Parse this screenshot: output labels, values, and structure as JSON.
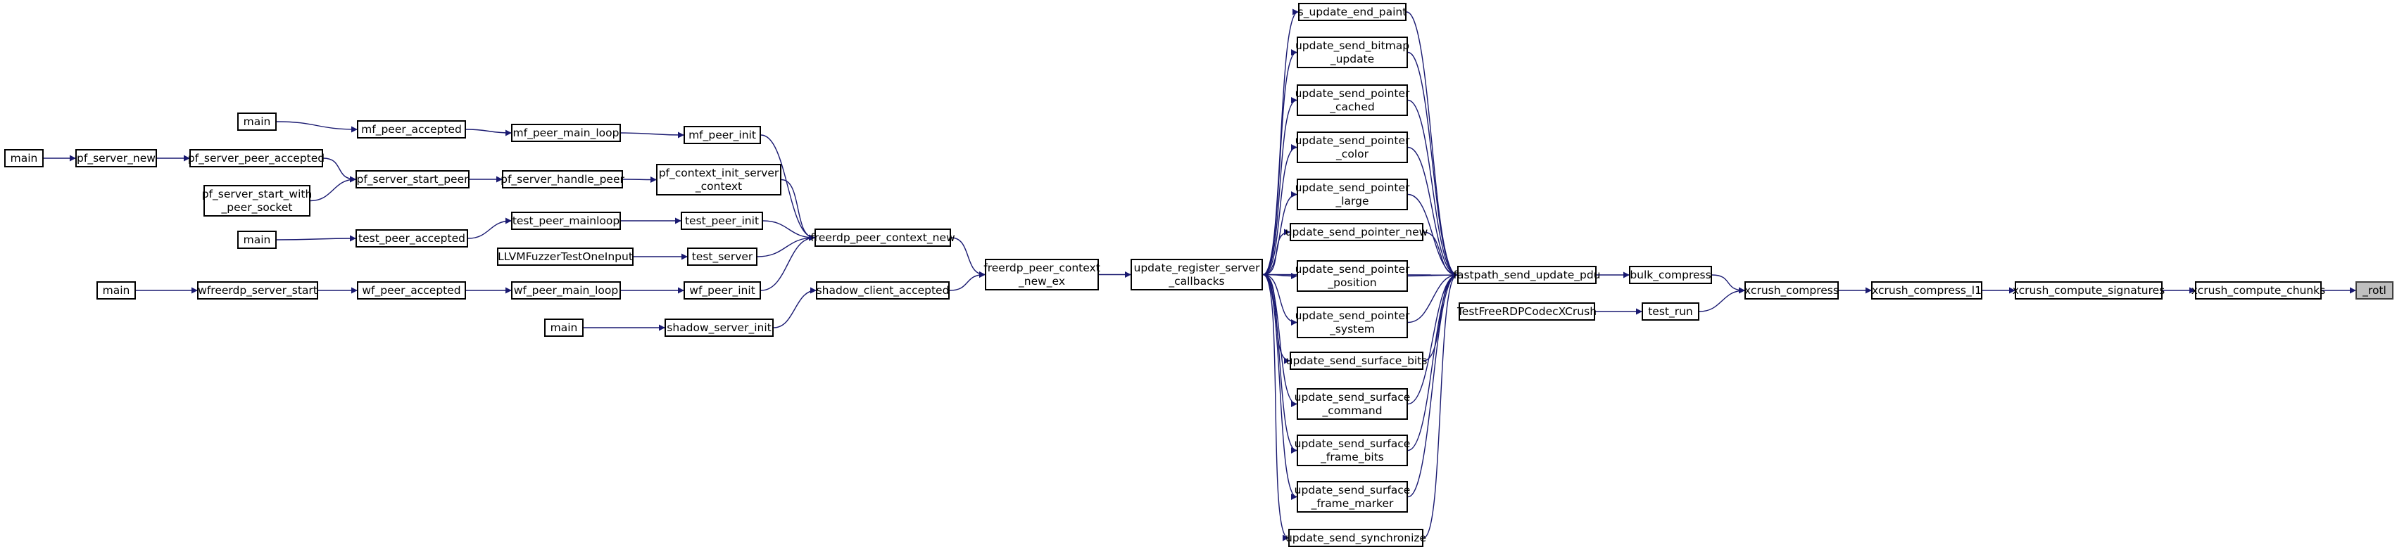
{
  "diagram": {
    "type": "call-graph",
    "edge_color": "#191970",
    "highlight_fill": "#bfbfbf",
    "nodes": {
      "main1": "main",
      "pf_server_new": "pf_server_new",
      "pf_server_peer_accepted": "pf_server_peer_accepted",
      "pf_server_start_with_peer_socket": "pf_server_start_with\n_peer_socket",
      "pf_server_start_peer": "pf_server_start_peer",
      "pf_server_handle_peer": "pf_server_handle_peer",
      "pf_context_init_server_context": "pf_context_init_server\n_context",
      "main2": "main",
      "mf_peer_accepted": "mf_peer_accepted",
      "mf_peer_main_loop": "mf_peer_main_loop",
      "mf_peer_init": "mf_peer_init",
      "main3": "main",
      "test_peer_accepted": "test_peer_accepted",
      "test_peer_mainloop": "test_peer_mainloop",
      "test_peer_init": "test_peer_init",
      "LLVMFuzzerTestOneInput": "LLVMFuzzerTestOneInput",
      "test_server": "test_server",
      "main4": "main",
      "wfreerdp_server_start": "wfreerdp_server_start",
      "wf_peer_accepted": "wf_peer_accepted",
      "wf_peer_main_loop": "wf_peer_main_loop",
      "wf_peer_init": "wf_peer_init",
      "main5": "main",
      "shadow_server_init": "shadow_server_init",
      "shadow_client_accepted": "shadow_client_accepted",
      "freerdp_peer_context_new": "freerdp_peer_context_new",
      "freerdp_peer_context_new_ex": "freerdp_peer_context\n_new_ex",
      "update_register_server_callbacks": "update_register_server\n_callbacks",
      "s_update_end_paint": "s_update_end_paint",
      "update_send_bitmap_update": "update_send_bitmap\n_update",
      "update_send_pointer_cached": "update_send_pointer\n_cached",
      "update_send_pointer_color": "update_send_pointer\n_color",
      "update_send_pointer_large": "update_send_pointer\n_large",
      "update_send_pointer_new": "update_send_pointer_new",
      "update_send_pointer_position": "update_send_pointer\n_position",
      "update_send_pointer_system": "update_send_pointer\n_system",
      "update_send_surface_bits": "update_send_surface_bits",
      "update_send_surface_command": "update_send_surface\n_command",
      "update_send_surface_frame_bits": "update_send_surface\n_frame_bits",
      "update_send_surface_frame_marker": "update_send_surface\n_frame_marker",
      "update_send_synchronize": "update_send_synchronize",
      "fastpath_send_update_pdu": "fastpath_send_update_pdu",
      "TestFreeRDPCodecXCrush": "TestFreeRDPCodecXCrush",
      "bulk_compress": "bulk_compress",
      "test_run": "test_run",
      "xcrush_compress": "xcrush_compress",
      "xcrush_compress_l1": "xcrush_compress_l1",
      "xcrush_compute_signatures": "xcrush_compute_signatures",
      "xcrush_compute_chunks": "xcrush_compute_chunks",
      "_rotl": "_rotl"
    },
    "edges": [
      [
        "main1",
        "pf_server_new"
      ],
      [
        "pf_server_new",
        "pf_server_peer_accepted"
      ],
      [
        "pf_server_peer_accepted",
        "pf_server_start_peer"
      ],
      [
        "pf_server_start_with_peer_socket",
        "pf_server_start_peer"
      ],
      [
        "pf_server_start_peer",
        "pf_server_handle_peer"
      ],
      [
        "pf_server_handle_peer",
        "pf_context_init_server_context"
      ],
      [
        "pf_context_init_server_context",
        "freerdp_peer_context_new"
      ],
      [
        "main2",
        "mf_peer_accepted"
      ],
      [
        "mf_peer_accepted",
        "mf_peer_main_loop"
      ],
      [
        "mf_peer_main_loop",
        "mf_peer_init"
      ],
      [
        "mf_peer_init",
        "freerdp_peer_context_new"
      ],
      [
        "main3",
        "test_peer_accepted"
      ],
      [
        "test_peer_accepted",
        "test_peer_mainloop"
      ],
      [
        "test_peer_mainloop",
        "test_peer_init"
      ],
      [
        "test_peer_init",
        "freerdp_peer_context_new"
      ],
      [
        "LLVMFuzzerTestOneInput",
        "test_server"
      ],
      [
        "test_server",
        "freerdp_peer_context_new"
      ],
      [
        "main4",
        "wfreerdp_server_start"
      ],
      [
        "wfreerdp_server_start",
        "wf_peer_accepted"
      ],
      [
        "wf_peer_accepted",
        "wf_peer_main_loop"
      ],
      [
        "wf_peer_main_loop",
        "wf_peer_init"
      ],
      [
        "wf_peer_init",
        "freerdp_peer_context_new"
      ],
      [
        "main5",
        "shadow_server_init"
      ],
      [
        "shadow_server_init",
        "shadow_client_accepted"
      ],
      [
        "shadow_client_accepted",
        "freerdp_peer_context_new_ex"
      ],
      [
        "freerdp_peer_context_new",
        "freerdp_peer_context_new_ex"
      ],
      [
        "freerdp_peer_context_new_ex",
        "update_register_server_callbacks"
      ],
      [
        "update_register_server_callbacks",
        "s_update_end_paint"
      ],
      [
        "update_register_server_callbacks",
        "update_send_bitmap_update"
      ],
      [
        "update_register_server_callbacks",
        "update_send_pointer_cached"
      ],
      [
        "update_register_server_callbacks",
        "update_send_pointer_color"
      ],
      [
        "update_register_server_callbacks",
        "update_send_pointer_large"
      ],
      [
        "update_register_server_callbacks",
        "update_send_pointer_new"
      ],
      [
        "update_register_server_callbacks",
        "update_send_pointer_position"
      ],
      [
        "update_register_server_callbacks",
        "update_send_pointer_system"
      ],
      [
        "update_register_server_callbacks",
        "update_send_surface_bits"
      ],
      [
        "update_register_server_callbacks",
        "update_send_surface_command"
      ],
      [
        "update_register_server_callbacks",
        "update_send_surface_frame_bits"
      ],
      [
        "update_register_server_callbacks",
        "update_send_surface_frame_marker"
      ],
      [
        "update_register_server_callbacks",
        "update_send_synchronize"
      ],
      [
        "s_update_end_paint",
        "fastpath_send_update_pdu"
      ],
      [
        "update_send_bitmap_update",
        "fastpath_send_update_pdu"
      ],
      [
        "update_send_pointer_cached",
        "fastpath_send_update_pdu"
      ],
      [
        "update_send_pointer_color",
        "fastpath_send_update_pdu"
      ],
      [
        "update_send_pointer_large",
        "fastpath_send_update_pdu"
      ],
      [
        "update_send_pointer_new",
        "fastpath_send_update_pdu"
      ],
      [
        "update_send_pointer_position",
        "fastpath_send_update_pdu"
      ],
      [
        "update_send_pointer_system",
        "fastpath_send_update_pdu"
      ],
      [
        "update_send_surface_bits",
        "fastpath_send_update_pdu"
      ],
      [
        "update_send_surface_command",
        "fastpath_send_update_pdu"
      ],
      [
        "update_send_surface_frame_bits",
        "fastpath_send_update_pdu"
      ],
      [
        "update_send_surface_frame_marker",
        "fastpath_send_update_pdu"
      ],
      [
        "update_send_synchronize",
        "fastpath_send_update_pdu"
      ],
      [
        "update_register_server_callbacks",
        "fastpath_send_update_pdu"
      ],
      [
        "fastpath_send_update_pdu",
        "bulk_compress"
      ],
      [
        "TestFreeRDPCodecXCrush",
        "test_run"
      ],
      [
        "bulk_compress",
        "xcrush_compress"
      ],
      [
        "test_run",
        "xcrush_compress"
      ],
      [
        "xcrush_compress",
        "xcrush_compress_l1"
      ],
      [
        "xcrush_compress_l1",
        "xcrush_compute_signatures"
      ],
      [
        "xcrush_compute_signatures",
        "xcrush_compute_chunks"
      ],
      [
        "xcrush_compute_chunks",
        "_rotl"
      ]
    ]
  }
}
